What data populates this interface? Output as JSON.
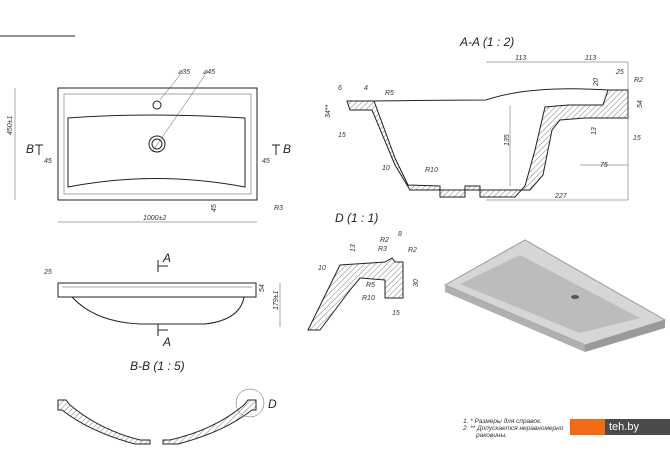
{
  "top_view": {
    "d35": "⌀35",
    "d45": "⌀45",
    "width": "1000±2",
    "depth": "450±1",
    "margin_left": "45",
    "margin_right": "45",
    "margin_front": "45",
    "radius": "R3",
    "section_left": "B",
    "section_right": "B"
  },
  "section_aa": {
    "title": "A-A (1 : 2)",
    "dims": [
      "113",
      "113",
      "25",
      "20",
      "R2",
      "6",
      "4",
      "R5",
      "34**",
      "54",
      "15",
      "13",
      "15",
      "135",
      "75",
      "10",
      "R10",
      "227"
    ]
  },
  "detail_d": {
    "title": "D (1 : 1)",
    "dims": [
      "8",
      "R2",
      "R3",
      "R2",
      "13",
      "10",
      "30",
      "R5",
      "R10",
      "15"
    ]
  },
  "side_view": {
    "cut_top": "A",
    "cut_bottom": "A",
    "rim": "25",
    "thickness": "54",
    "height": "179±1"
  },
  "section_bb": {
    "title": "B-B (1 : 5)",
    "detail_label": "D"
  },
  "notes": [
    "1.    * Размеры для справок.",
    "2.    ** Допускается неравномерно",
    "раковины."
  ],
  "watermark": "teh.by"
}
